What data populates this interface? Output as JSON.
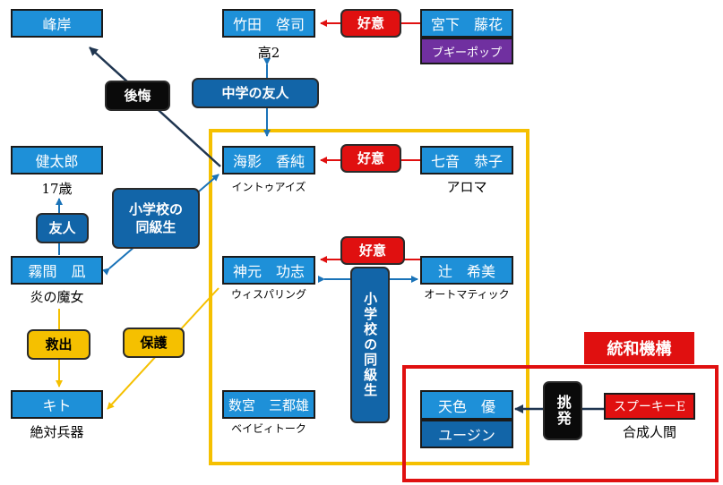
{
  "groups": {
    "tougo_label": "統和機構"
  },
  "nodes": {
    "minegishi": "峰岸",
    "takeda": "竹田　啓司",
    "takeda_caption": "高2",
    "miyashita": "宮下　藤花",
    "boogiepop": "ブギーポップ",
    "kentaro": "健太郎",
    "kentaro_caption": "17歳",
    "kirima": "霧間　凪",
    "kirima_caption": "炎の魔女",
    "kito": "キト",
    "kito_caption": "絶対兵器",
    "unai": "海影　香純",
    "unai_caption": "イントゥアイズ",
    "nanane": "七音　恭子",
    "nanane_caption": "アロマ",
    "kamimoto": "神元　功志",
    "kamimoto_caption": "ウィスパリング",
    "tsuji": "辻　希美",
    "tsuji_caption": "オートマティック",
    "kazumiya": "数宮　三都雄",
    "kazumiya_caption": "ベイビィトーク",
    "amairo": "天色　優",
    "eugene": "ユージン",
    "spooky": "スプーキーE",
    "spooky_caption": "合成人間"
  },
  "relations": {
    "koui_1": "好意",
    "koui_2": "好意",
    "koui_3": "好意",
    "koukai": "後悔",
    "chugaku": "中学の友人",
    "shogakko": "小学校の同級生",
    "yujin": "友人",
    "kyushutsu": "救出",
    "hogo": "保護",
    "shogakko_vertical": "小学校の同級生",
    "chohatsu": "挑発"
  }
}
